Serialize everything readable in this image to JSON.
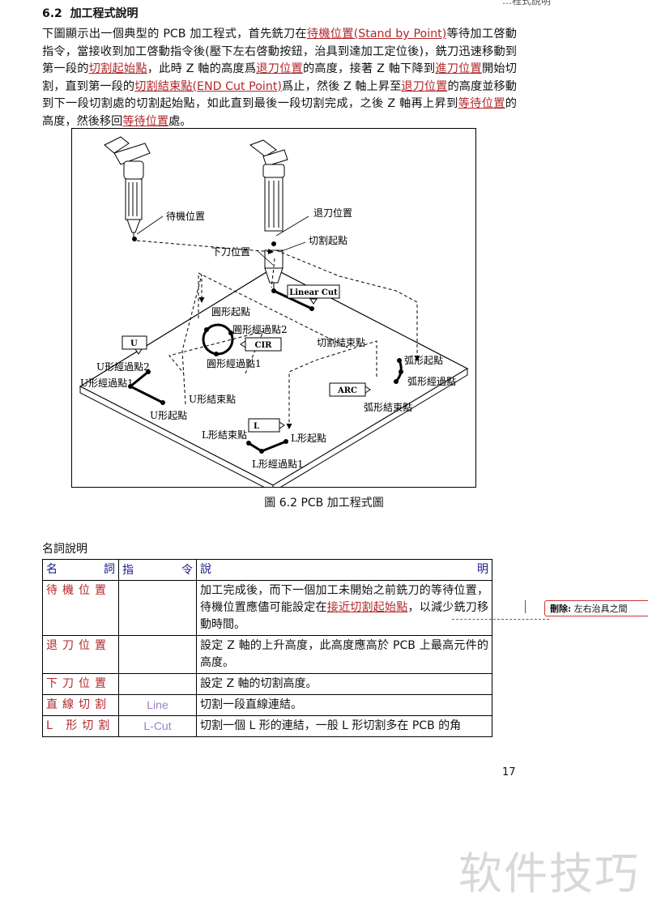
{
  "header_mark": "…程式說明",
  "section": {
    "number": "6.2",
    "title": "加工程式說明"
  },
  "paragraph": [
    {
      "t": "下圖顯示出一個典型的 PCB 加工程式，首先銑刀在"
    },
    {
      "t": "待機位置(Stand by Point)",
      "link": true
    },
    {
      "t": "等待加工啓動指令，當接收到加工啓動指令後(壓下左右啓動按鈕，治具到達加工定位後)，銑刀迅速移動到第一段的"
    },
    {
      "t": "切割起始點",
      "link": true
    },
    {
      "t": "，此時 Z 軸的高度爲"
    },
    {
      "t": "退刀位置",
      "link": true
    },
    {
      "t": "的高度，接著 Z 軸下降到"
    },
    {
      "t": "進刀位置",
      "link": true
    },
    {
      "t": "開始切割，直到第一段的"
    },
    {
      "t": "切割結束點(END Cut Point)",
      "link": true
    },
    {
      "t": "爲止，然後 Z 軸上昇至"
    },
    {
      "t": "退刀位置",
      "link": true
    },
    {
      "t": "的高度並移動到下一段切割處的切割起始點，如此直到最後一段切割完成，之後 Z 軸再上昇到"
    },
    {
      "t": "等待位置",
      "link": true
    },
    {
      "t": "的高度，然後移回"
    },
    {
      "t": "等待位置",
      "link": true
    },
    {
      "t": "處。"
    }
  ],
  "figure": {
    "caption": "圖 6.2 PCB 加工程式圖",
    "labels": {
      "standby": "待機位置",
      "retract": "退刀位置",
      "cut_start": "切割起點",
      "lower": "下刀位置",
      "linear_cut": "Linear Cut",
      "cut_end": "切割結束點",
      "circle_start": "圓形起點",
      "circle_pass2": "圓形經過點2",
      "cir": "CIR",
      "circle_pass1": "圓形經過點1",
      "u_box": "U",
      "u_pass2": "U形經過點2",
      "u_pass1": "U形經過點1",
      "u_end": "U形結束點",
      "u_start": "U形起點",
      "l_box": "L",
      "l_end": "L形結束點",
      "l_start": "L形起點",
      "l_pass1": "L形經過點1",
      "arc_box": "ARC",
      "arc_start": "弧形起點",
      "arc_pass": "弧形經過點",
      "arc_end": "弧形結束點"
    }
  },
  "terms_heading": "名詞說明",
  "table": {
    "headers": {
      "name": [
        "名",
        "詞"
      ],
      "cmd": [
        "指",
        "令"
      ],
      "desc": [
        "說",
        "明"
      ]
    },
    "rows": [
      {
        "name": "待機位置",
        "cmd": "",
        "desc_parts": [
          {
            "t": "加工完成後，而下一個加工未開始之前銑刀的等待位置，待機位置應儘可能設定在"
          },
          {
            "t": "接近切割起始點",
            "link": true
          },
          {
            "t": "，以減少銑刀移動時間。"
          }
        ]
      },
      {
        "name": "退刀位置",
        "cmd": "",
        "desc_parts": [
          {
            "t": "設定 Z 軸的上升高度，此高度應高於 PCB 上最高元件的高度。"
          }
        ]
      },
      {
        "name": "下刀位置",
        "cmd": "",
        "desc_parts": [
          {
            "t": "設定 Z 軸的切割高度。"
          }
        ]
      },
      {
        "name": "直線切割",
        "cmd": "Line",
        "desc_parts": [
          {
            "t": "切割一段直線連結。"
          }
        ]
      },
      {
        "name": "L 形切割",
        "cmd": "L-Cut",
        "desc_parts": [
          {
            "t": "切割一個 L 形的連結，一般 L 形切割多在 PCB 的角"
          }
        ]
      }
    ]
  },
  "revision": {
    "label": "刪除:",
    "text": "左右治具之間"
  },
  "page_number": "17",
  "watermark": "软件技巧",
  "colors": {
    "link": "#b3262a",
    "term_name": "#b3262a",
    "command": "#9b7ec8",
    "header": "#1a1a8a"
  }
}
